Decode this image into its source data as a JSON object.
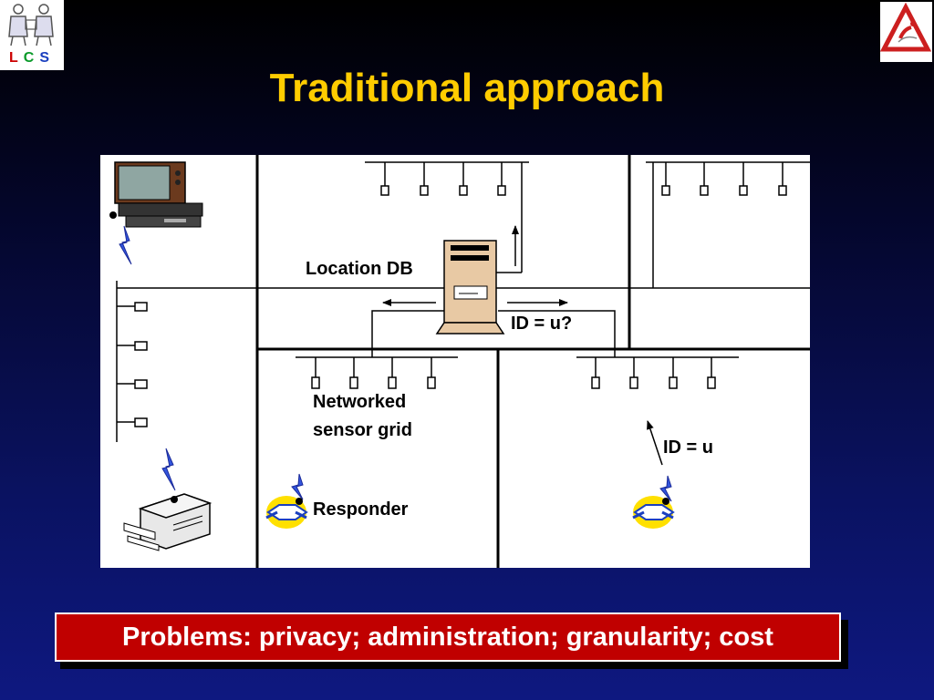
{
  "slide": {
    "title": "Traditional approach",
    "problems": "Problems: privacy; administration; granularity; cost"
  },
  "logos": {
    "left": {
      "icon": "lcs-logo-icon",
      "text": "LCS"
    },
    "right": {
      "icon": "ilab-logo-icon"
    }
  },
  "diagram": {
    "labels": {
      "location_db": "Location DB",
      "id_query": "ID = u?",
      "networked": "Networked",
      "sensor_grid": "sensor grid",
      "id_response": "ID = u",
      "responder": "Responder"
    },
    "icons": [
      "tv-icon",
      "printer-icon",
      "server-icon",
      "handshake-icon",
      "lightning-icon"
    ]
  },
  "colors": {
    "title": "#ffcc00",
    "problems_bg": "#c00000",
    "lightning": "#3355dd",
    "server": "#e8c9a4"
  }
}
